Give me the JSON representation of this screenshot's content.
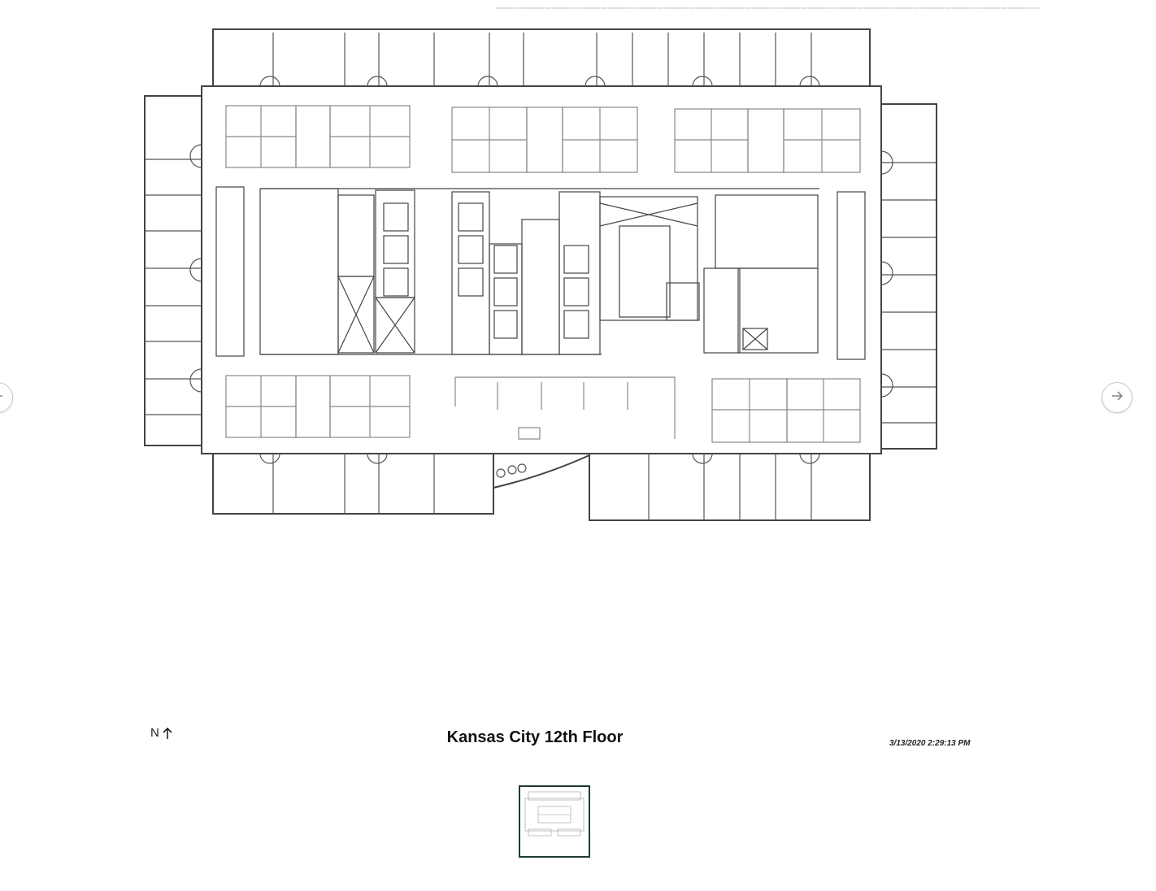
{
  "viewer": {
    "title": "Kansas City 12th Floor",
    "timestamp": "3/13/2020 2:29:13 PM",
    "north_label": "N",
    "icons": {
      "north_arrow": "arrow-up-icon",
      "next": "arrow-right-icon",
      "previous": "arrow-left-icon"
    },
    "colors": {
      "plan_line": "#555555",
      "thumbnail_border": "#1f3d2e"
    }
  }
}
